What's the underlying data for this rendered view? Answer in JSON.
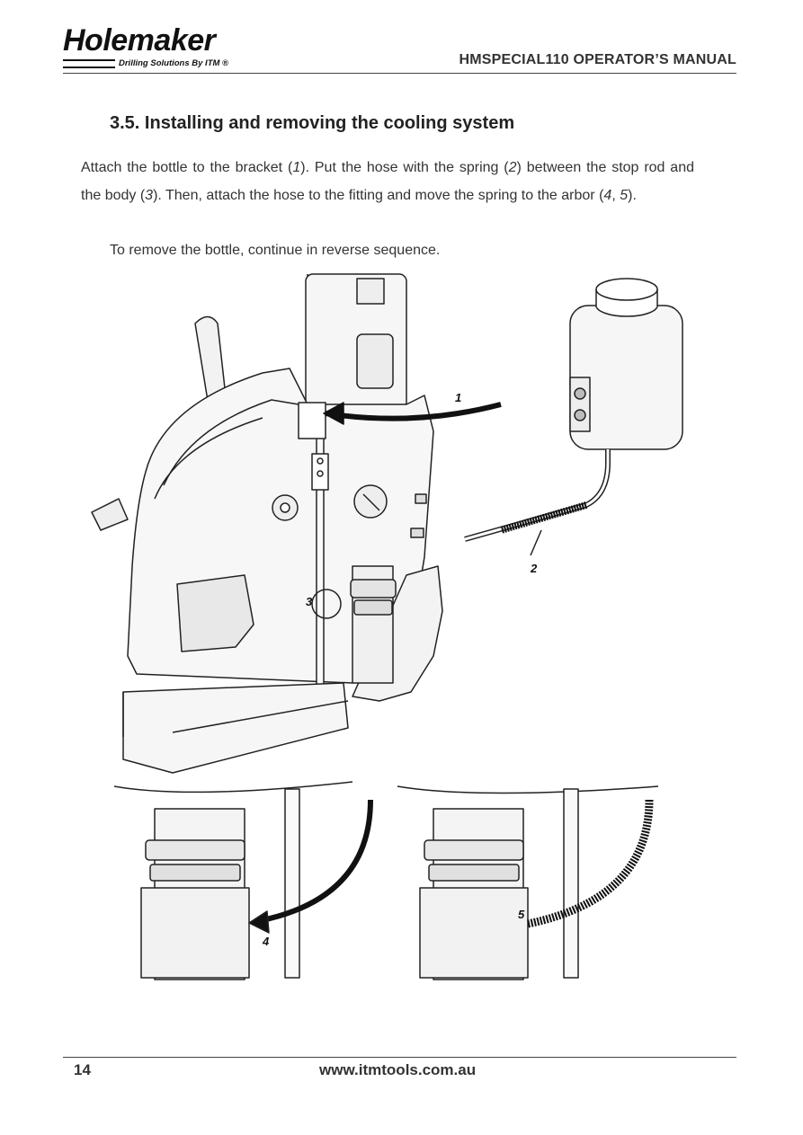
{
  "header": {
    "logo_word": "Holemaker",
    "logo_tagline": "Drilling Solutions By ITM ®",
    "manual_title": "HMSPECIAL110 OPERATOR’S MANUAL"
  },
  "section": {
    "title": "3.5. Installing and removing the cooling system",
    "paragraph1": [
      {
        "t": "Attach the bottle to the bracket (",
        "i": false
      },
      {
        "t": "1",
        "i": true
      },
      {
        "t": "). Put the hose with the spring (",
        "i": false
      },
      {
        "t": "2",
        "i": true
      },
      {
        "t": ") between the stop rod and the body (",
        "i": false
      },
      {
        "t": "3",
        "i": true
      },
      {
        "t": "). Then, attach the hose to the fitting and move the spring to the arbor (",
        "i": false
      },
      {
        "t": "4",
        "i": true
      },
      {
        "t": ", ",
        "i": false
      },
      {
        "t": "5",
        "i": true
      },
      {
        "t": ").",
        "i": false
      }
    ],
    "paragraph2": "To remove the bottle, continue in reverse sequence."
  },
  "figure": {
    "callouts": {
      "c1": "1",
      "c2": "2",
      "c3": "3",
      "c4": "4",
      "c5": "5"
    }
  },
  "footer": {
    "page_number": "14",
    "website": "www.itmtools.com.au"
  }
}
